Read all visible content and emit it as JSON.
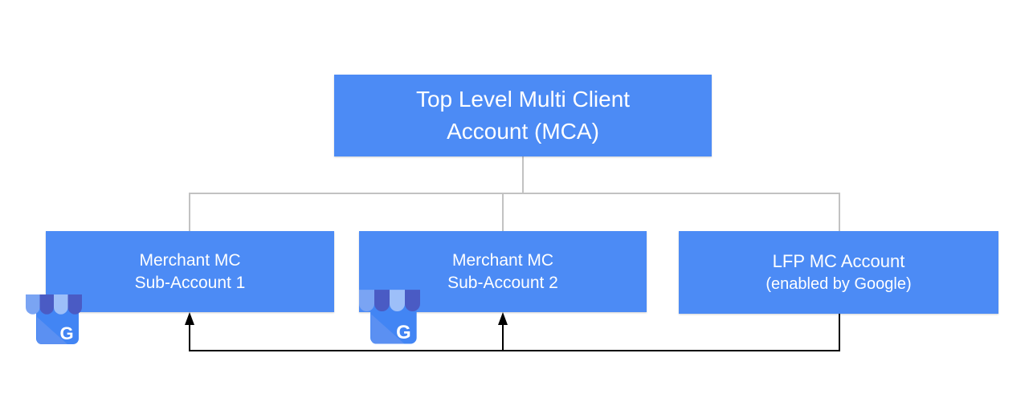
{
  "nodes": {
    "root": {
      "line1": "Top Level Multi Client",
      "line2": "Account (MCA)"
    },
    "sub1": {
      "line1": "Merchant MC",
      "line2": "Sub-Account 1"
    },
    "sub2": {
      "line1": "Merchant MC",
      "line2": "Sub-Account 2"
    },
    "lfp": {
      "line1": "LFP MC Account",
      "line2": "(enabled by Google)"
    }
  },
  "icons": {
    "merchant_badge_1": "google-business-storefront-icon",
    "merchant_badge_2": "google-business-storefront-icon",
    "g_letter": "G"
  },
  "colors": {
    "canvas_bg": "#FFFFFF",
    "node_fill": "#4C8BF5",
    "node_text": "#FFFFFF",
    "tree_line": "#C2C2C2",
    "flow_line": "#000000",
    "icon_body": "#4285F4",
    "icon_body_highlight": "#5B90F2",
    "icon_awning_medium": "#7AA4F3",
    "icon_awning_dark": "#4A5BC4",
    "icon_awning_light": "#9DBFF9"
  }
}
